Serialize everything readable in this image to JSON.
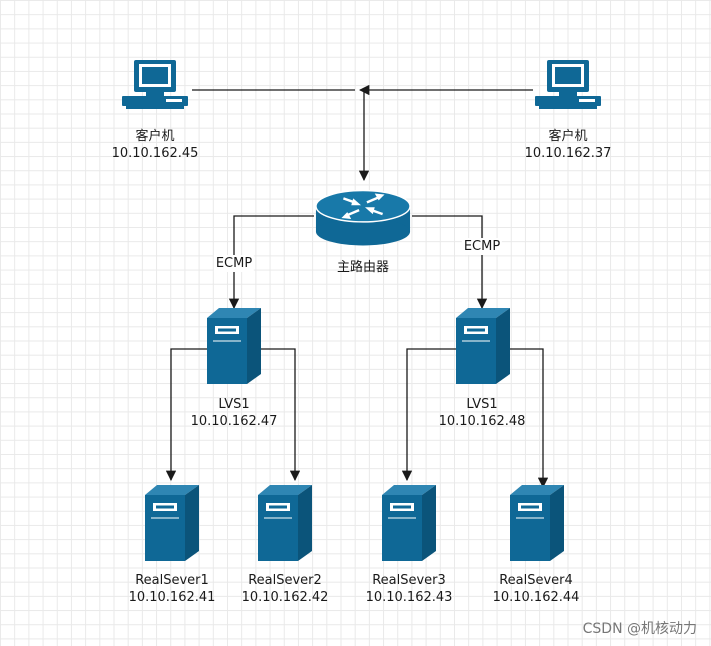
{
  "colors": {
    "device": "#0f6896",
    "line": "#1a1a1a"
  },
  "nodes": {
    "client_left": {
      "name": "客户机",
      "ip": "10.10.162.45",
      "icon": "desktop-computer-icon"
    },
    "client_right": {
      "name": "客户机",
      "ip": "10.10.162.37",
      "icon": "desktop-computer-icon"
    },
    "router": {
      "name": "主路由器",
      "icon": "router-icon"
    },
    "lvs_left": {
      "name": "LVS1",
      "ip": "10.10.162.47",
      "icon": "server-icon"
    },
    "lvs_right": {
      "name": "LVS1",
      "ip": "10.10.162.48",
      "icon": "server-icon"
    },
    "rs1": {
      "name": "RealSever1",
      "ip": "10.10.162.41",
      "icon": "server-icon"
    },
    "rs2": {
      "name": "RealSever2",
      "ip": "10.10.162.42",
      "icon": "server-icon"
    },
    "rs3": {
      "name": "RealSever3",
      "ip": "10.10.162.43",
      "icon": "server-icon"
    },
    "rs4": {
      "name": "RealSever4",
      "ip": "10.10.162.44",
      "icon": "server-icon"
    }
  },
  "edges": {
    "router_to_lvs_left": "ECMP",
    "router_to_lvs_right": "ECMP"
  },
  "watermark": "CSDN @机核动力"
}
